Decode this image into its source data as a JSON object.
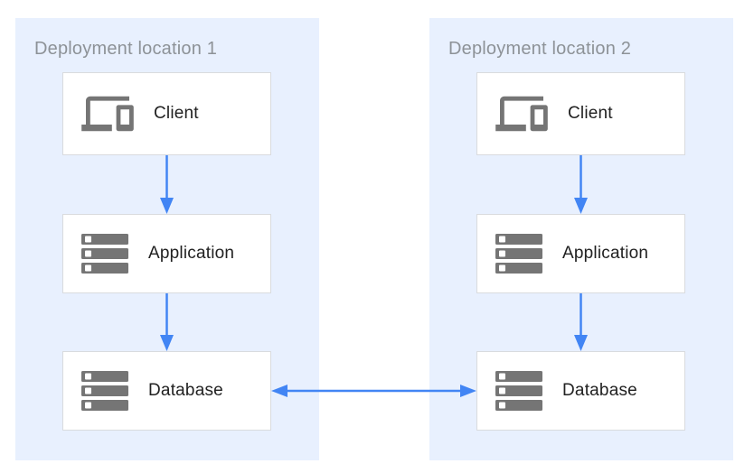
{
  "diagram": {
    "zones": [
      {
        "title": "Deployment location 1",
        "nodes": [
          {
            "label": "Client",
            "icon": "client-devices-icon"
          },
          {
            "label": "Application",
            "icon": "server-stack-icon"
          },
          {
            "label": "Database",
            "icon": "server-stack-icon"
          }
        ]
      },
      {
        "title": "Deployment location 2",
        "nodes": [
          {
            "label": "Client",
            "icon": "client-devices-icon"
          },
          {
            "label": "Application",
            "icon": "server-stack-icon"
          },
          {
            "label": "Database",
            "icon": "server-stack-icon"
          }
        ]
      }
    ],
    "edges": [
      {
        "from": "zone1-client",
        "to": "zone1-application",
        "direction": "down"
      },
      {
        "from": "zone1-application",
        "to": "zone1-database",
        "direction": "down"
      },
      {
        "from": "zone2-client",
        "to": "zone2-application",
        "direction": "down"
      },
      {
        "from": "zone2-application",
        "to": "zone2-database",
        "direction": "down"
      },
      {
        "from": "zone1-database",
        "to": "zone2-database",
        "direction": "bidirectional"
      }
    ],
    "colors": {
      "zone_background": "#E8F0FE",
      "node_background": "#FFFFFF",
      "node_border": "#D9DBDE",
      "icon_gray": "#757575",
      "arrow_blue": "#4285F4",
      "title_gray": "#8D9297",
      "label_color": "#212121"
    }
  }
}
